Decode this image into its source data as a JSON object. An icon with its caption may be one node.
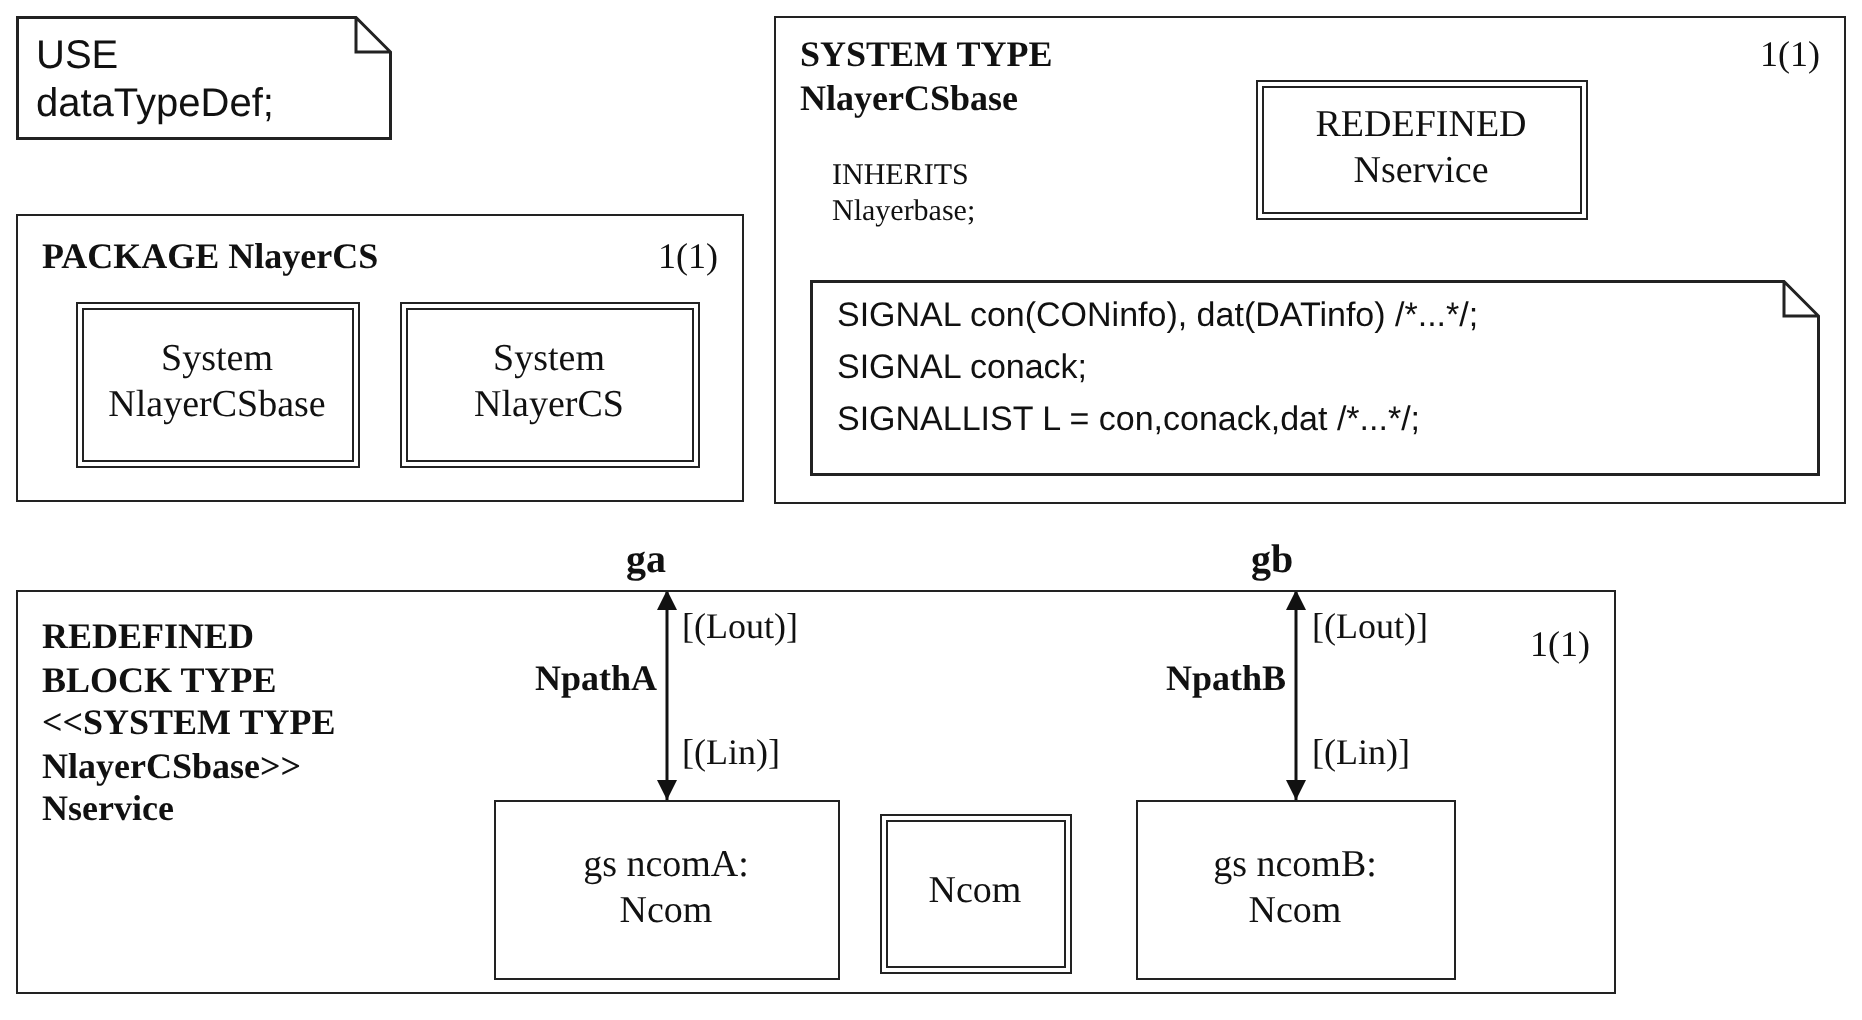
{
  "diagram": {
    "nodes": [
      {
        "text": [
          "USE dataTypeDef;"
        ]
      },
      {
        "text": [
          "PACKAGE NlayerCS",
          "1(1)"
        ]
      },
      {
        "text": [
          "System NlayerCSbase"
        ],
        "in": 1
      },
      {
        "text": [
          "System NlayerCS"
        ],
        "in": 1
      },
      {
        "text": [
          "SYSTEM TYPE NlayerCSbase",
          "1(1)",
          "INHERITS Nlayerbase;"
        ]
      },
      {
        "text": [
          "REDEFINED Nservice"
        ],
        "in": 4
      },
      {
        "text": [
          "SIGNAL con(CONinfo), dat(DATinfo) /*...*/;",
          "SIGNAL conack;",
          "SIGNALLIST L = con,conack,dat /*...*/;"
        ],
        "in": 4
      },
      {
        "text": [
          "ga"
        ]
      },
      {
        "text": [
          "gb"
        ]
      },
      {
        "text": [
          "REDEFINED BLOCK TYPE <<SYSTEM TYPE NlayerCSbase>> Nservice",
          "1(1)"
        ]
      },
      {
        "text": [
          "gs ncomA: Ncom"
        ],
        "in": 9
      },
      {
        "text": [
          "Ncom"
        ],
        "in": 9
      },
      {
        "text": [
          "gs ncomB: Ncom"
        ],
        "in": 9
      }
    ],
    "edges": [
      {
        "from": 7,
        "to": 10,
        "arrow": "both",
        "label": "NpathA"
      },
      {
        "from": 8,
        "to": 12,
        "arrow": "both",
        "label": "NpathB"
      }
    ],
    "labels": [
      "[(Lout)]",
      "[(Lin)]",
      "[(Lout)]",
      "[(Lin)]"
    ]
  }
}
